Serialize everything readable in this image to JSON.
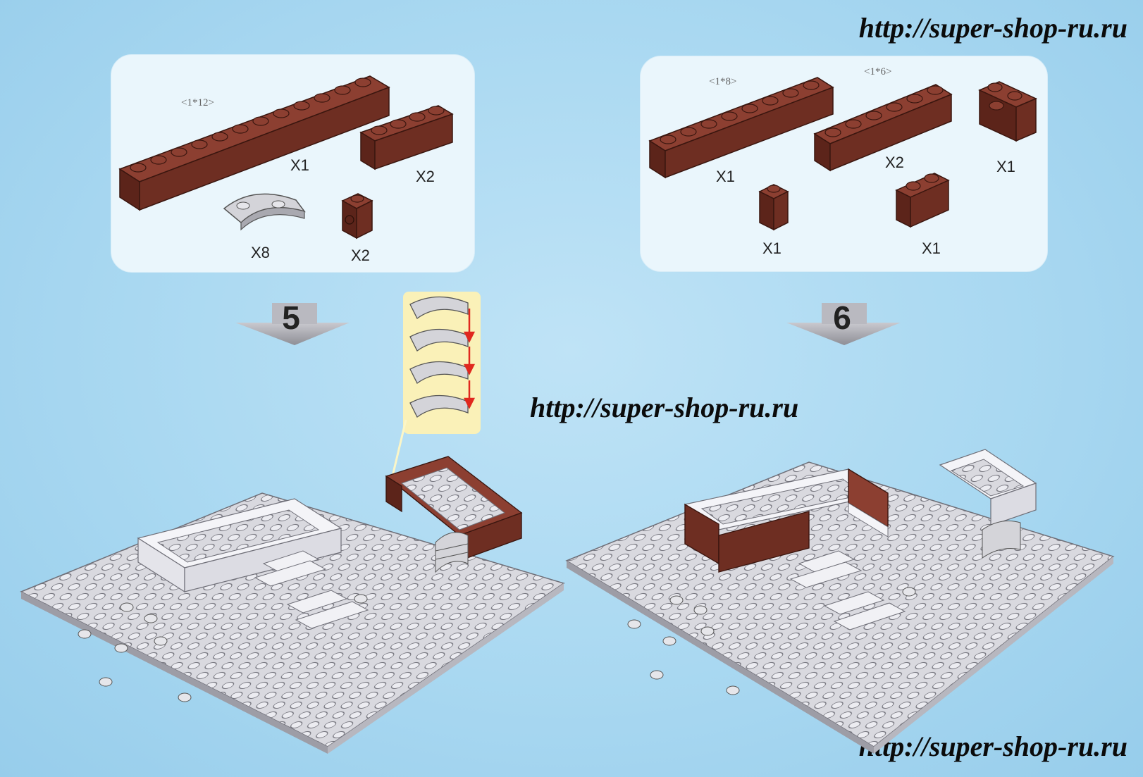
{
  "watermark": "http://super-shop-ru.ru",
  "step_left": {
    "number": "5",
    "parts": {
      "brick_1x12": {
        "size": "<1*12>",
        "qty": "X1"
      },
      "brick_1x4": {
        "qty": "X2"
      },
      "curved_plate": {
        "qty": "X8"
      },
      "brick_1x1_stud": {
        "qty": "X2"
      }
    }
  },
  "step_right": {
    "number": "6",
    "parts": {
      "brick_1x8": {
        "size": "<1*8>",
        "qty": "X1"
      },
      "brick_1x6": {
        "size": "<1*6>",
        "qty": "X2"
      },
      "corner_brick": {
        "qty": "X1"
      },
      "brick_1x1": {
        "qty": "X1"
      },
      "brick_1x2": {
        "qty": "X1"
      }
    }
  },
  "colors": {
    "brown_brick": "#6e2e22",
    "grey_plate": "#d7d7dc",
    "background": "#a9d8f1",
    "panel": "#eaf6fc",
    "callout": "#faf1b8",
    "arrow_red": "#e0281e"
  }
}
